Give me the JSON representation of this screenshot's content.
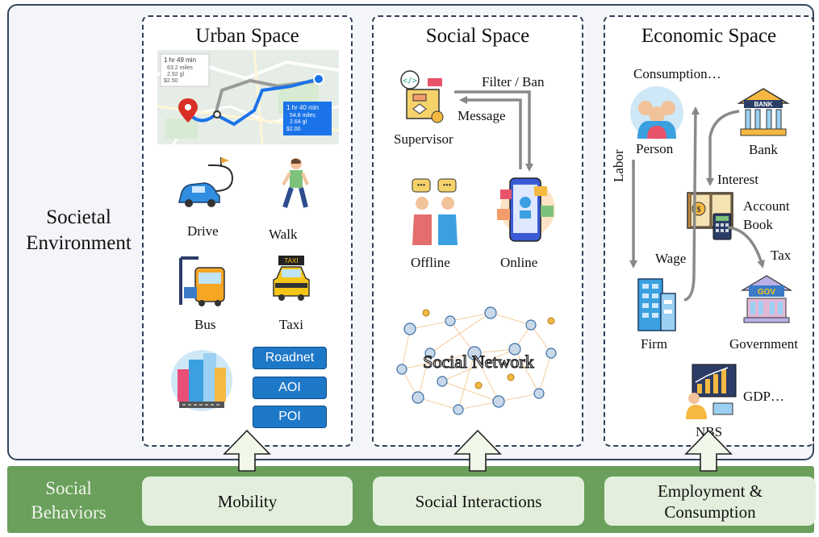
{
  "environment": {
    "label_line1": "Societal",
    "label_line2": "Environment"
  },
  "urban": {
    "title": "Urban Space",
    "map": {
      "route1_time": "1 hr 49 min",
      "route1_dist": "63.2 miles",
      "route1_gal": "2.92 gl",
      "route1_cost": "$2.50",
      "route2_time": "1 hr 40 min",
      "route2_dist": "54.8 miles",
      "route2_gal": "2.64 gl",
      "route2_cost": "$2.00"
    },
    "items": {
      "drive": "Drive",
      "walk": "Walk",
      "bus": "Bus",
      "taxi": "Taxi",
      "taxi_sign": "TAXI"
    },
    "buttons": {
      "roadnet": "Roadnet",
      "aoi": "AOI",
      "poi": "POI"
    }
  },
  "social": {
    "title": "Social Space",
    "filter": "Filter / Ban",
    "message": "Message",
    "supervisor": "Supervisor",
    "offline": "Offline",
    "online": "Online",
    "network": "Social Network"
  },
  "economic": {
    "title": "Economic Space",
    "consumption": "Consumption…",
    "person": "Person",
    "bank": "Bank",
    "bank_sign": "BANK",
    "interest": "Interest",
    "labor": "Labor",
    "account_line1": "Account",
    "account_line2": "Book",
    "wage": "Wage",
    "tax": "Tax",
    "firm": "Firm",
    "government": "Government",
    "gov_sign": "GOV",
    "gdp": "GDP…",
    "nbs": "NBS"
  },
  "behaviors": {
    "label_line1": "Social",
    "label_line2": "Behaviors",
    "mobility": "Mobility",
    "social_interactions": "Social Interactions",
    "employment_line1": "Employment &",
    "employment_line2": "Consumption"
  }
}
